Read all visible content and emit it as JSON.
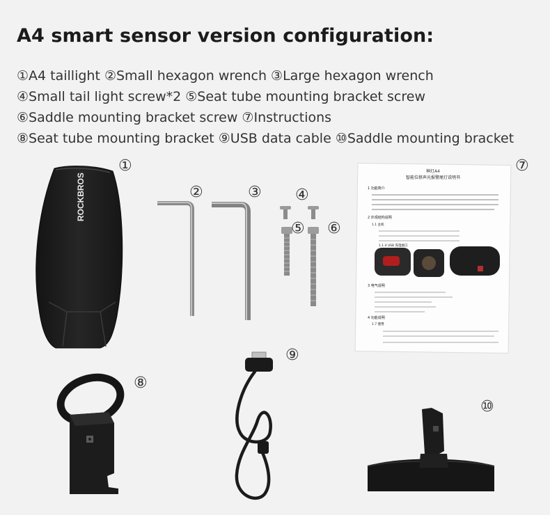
{
  "title": "A4 smart sensor version configuration:",
  "contents_lines": [
    "①A4 taillight ②Small hexagon wrench ③Large hexagon wrench",
    "④Small tail light screw*2 ⑤Seat tube mounting bracket screw",
    "⑥Saddle mounting bracket screw ⑦Instructions",
    "⑧Seat tube mounting bracket ⑨USB data cable ⑩Saddle mounting bracket"
  ],
  "markers": {
    "taillight": "①",
    "small_wrench": "②",
    "large_wrench": "③",
    "small_screw": "④",
    "seat_tube_screw": "⑤",
    "saddle_screw": "⑥",
    "instructions": "⑦",
    "seat_tube_bracket": "⑧",
    "usb_cable": "⑨",
    "saddle_bracket": "⑩"
  },
  "taillight_brand": "ROCKBROS",
  "manual": {
    "title_1": "神灯A4",
    "title_2": "智能位移声光报警尾灯说明书",
    "section_1": "1 功能简介",
    "section_2": "2 外观结构说明",
    "section_3": "3 电气说明",
    "section_4": "4 功能说明",
    "item_main": "1.1 主机",
    "item_usb": "1.1.4 USB 充电接口",
    "item_usage": "1.7 使用"
  },
  "colors": {
    "background": "#f2f2f2",
    "product_black": "#1a1a1a",
    "metal": "#9a9a9a",
    "text": "#222222"
  }
}
